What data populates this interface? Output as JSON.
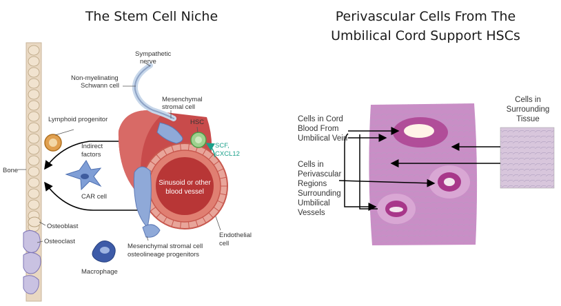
{
  "left_panel": {
    "title": "The Stem Cell Niche",
    "labels": {
      "sympathetic_nerve": [
        "Sympathetic",
        "nerve"
      ],
      "schwann_cell": [
        "Non-myelinating",
        "Schwann cell"
      ],
      "mesenchymal_stromal": [
        "Mesenchymal",
        "stromal cell"
      ],
      "hsc": "HSC",
      "lymphoid_progenitor": "Lymphoid progenitor",
      "indirect_factors": [
        "Indirect",
        "factors"
      ],
      "scf_cxcl12": [
        "SCF,",
        "CXCL12"
      ],
      "bone": "Bone",
      "car_cell": "CAR cell",
      "sinusoid": [
        "Sinusoid or other",
        "blood vessel"
      ],
      "osteoblast": "Osteoblast",
      "osteoclast": "Osteoclast",
      "endothelial": [
        "Endothelial",
        "cell"
      ],
      "msc_osteolineage": [
        "Mesenchymal stromal cell",
        "osteolineage progenitors"
      ],
      "macrophage": "Macrophage"
    }
  },
  "right_panel": {
    "title_line1": "Perivascular Cells From The",
    "title_line2": "Umbilical Cord Support HSCs",
    "labels": {
      "cells_surrounding": [
        "Cells in",
        "Surrounding",
        "Tissue"
      ],
      "cells_cord_blood": [
        "Cells in Cord",
        "Blood From",
        "Umbilical Vein"
      ],
      "cells_perivascular": [
        "Cells in",
        "Perivascular",
        "Regions",
        "Surrounding",
        "Umbilical",
        "Vessels"
      ]
    }
  },
  "colors": {
    "bone": "#e9d8c2",
    "vessel": "#c84b4b",
    "lumen": "#b83636",
    "tissue": "#c98ec6",
    "stromal": "#8fa9d8",
    "hsc": "#9fd18f",
    "lymphoid": "#e0a050",
    "macrophage": "#3d5ba8",
    "accent_teal": "#1aa08a"
  }
}
